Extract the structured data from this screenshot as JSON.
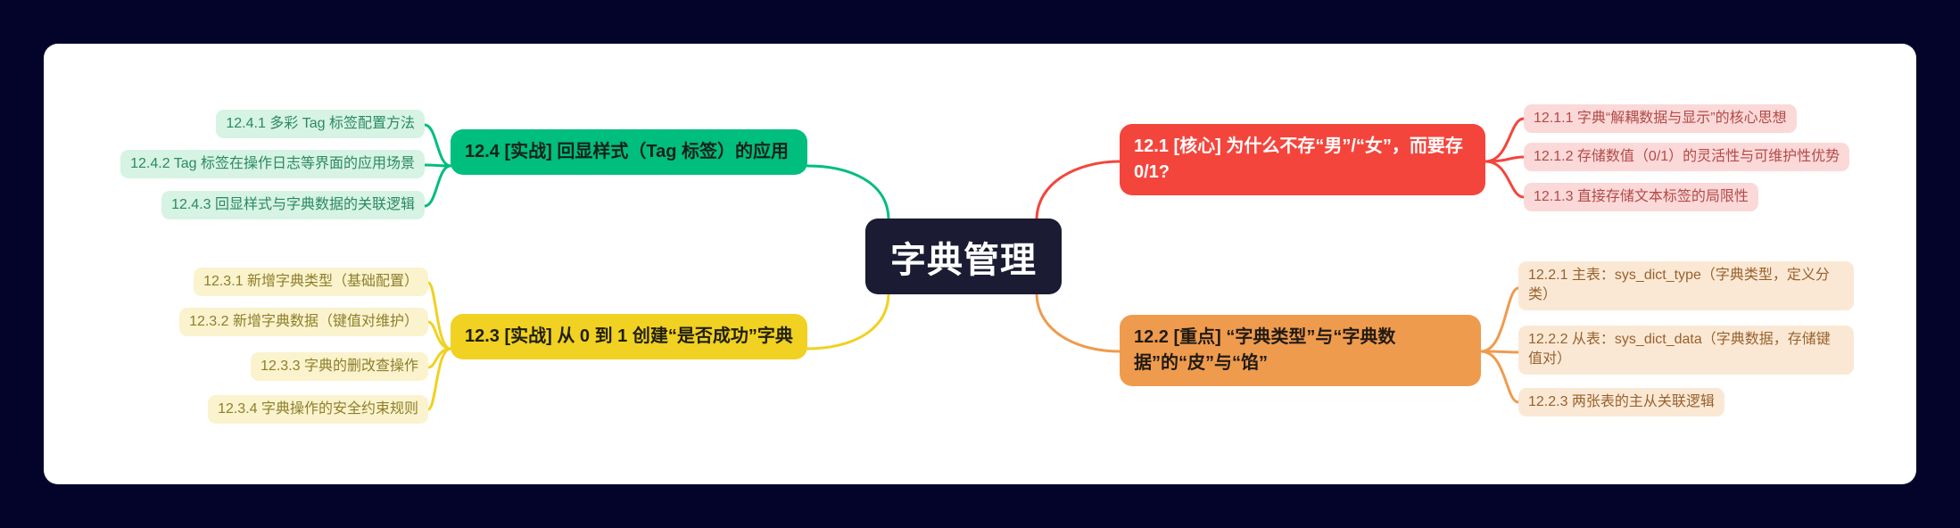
{
  "page": {
    "background": "#04042b",
    "surface": "#ffffff"
  },
  "root": {
    "label": "字典管理",
    "bg": "#1b1b33",
    "color": "#ffffff"
  },
  "branches": [
    {
      "label": "12.4 [实战] 回显样式（Tag 标签）的应用",
      "side": "left",
      "color": "#00be7d",
      "topic_text": "#17211b",
      "child_bg": "#d6f3e4",
      "child_text": "#2b8a5f",
      "children": [
        "12.4.1 多彩 Tag 标签配置方法",
        "12.4.2 Tag 标签在操作日志等界面的应用场景",
        "12.4.3 回显样式与字典数据的关联逻辑"
      ]
    },
    {
      "label": "12.3 [实战] 从 0 到 1 创建“是否成功”字典",
      "side": "left",
      "color": "#f1d121",
      "topic_text": "#201f14",
      "child_bg": "#faf3cd",
      "child_text": "#8e7e2a",
      "children": [
        "12.3.1 新增字典类型（基础配置）",
        "12.3.2 新增字典数据（键值对维护）",
        "12.3.3 字典的删改查操作",
        "12.3.4 字典操作的安全约束规则"
      ]
    },
    {
      "label": "12.1 [核心] 为什么不存“男”/“女”，而要存 0/1?",
      "side": "right",
      "color": "#f4453c",
      "topic_text": "#ffffff",
      "child_bg": "#fbd9d8",
      "child_text": "#b34a47",
      "children": [
        "12.1.1 字典“解耦数据与显示”的核心思想",
        "12.1.2 存储数值（0/1）的灵活性与可维护性优势",
        "12.1.3 直接存储文本标签的局限性"
      ]
    },
    {
      "label": "12.2 [重点] “字典类型”与“字典数据”的“皮”与“馅”",
      "side": "right",
      "color": "#ef9b4e",
      "topic_text": "#211b14",
      "child_bg": "#fbe8d4",
      "child_text": "#97622e",
      "children": [
        "12.2.1 主表：sys_dict_type（字典类型，定义分类）",
        "12.2.2 从表：sys_dict_data（字典数据，存储键值对）",
        "12.2.3 两张表的主从关联逻辑"
      ]
    }
  ]
}
